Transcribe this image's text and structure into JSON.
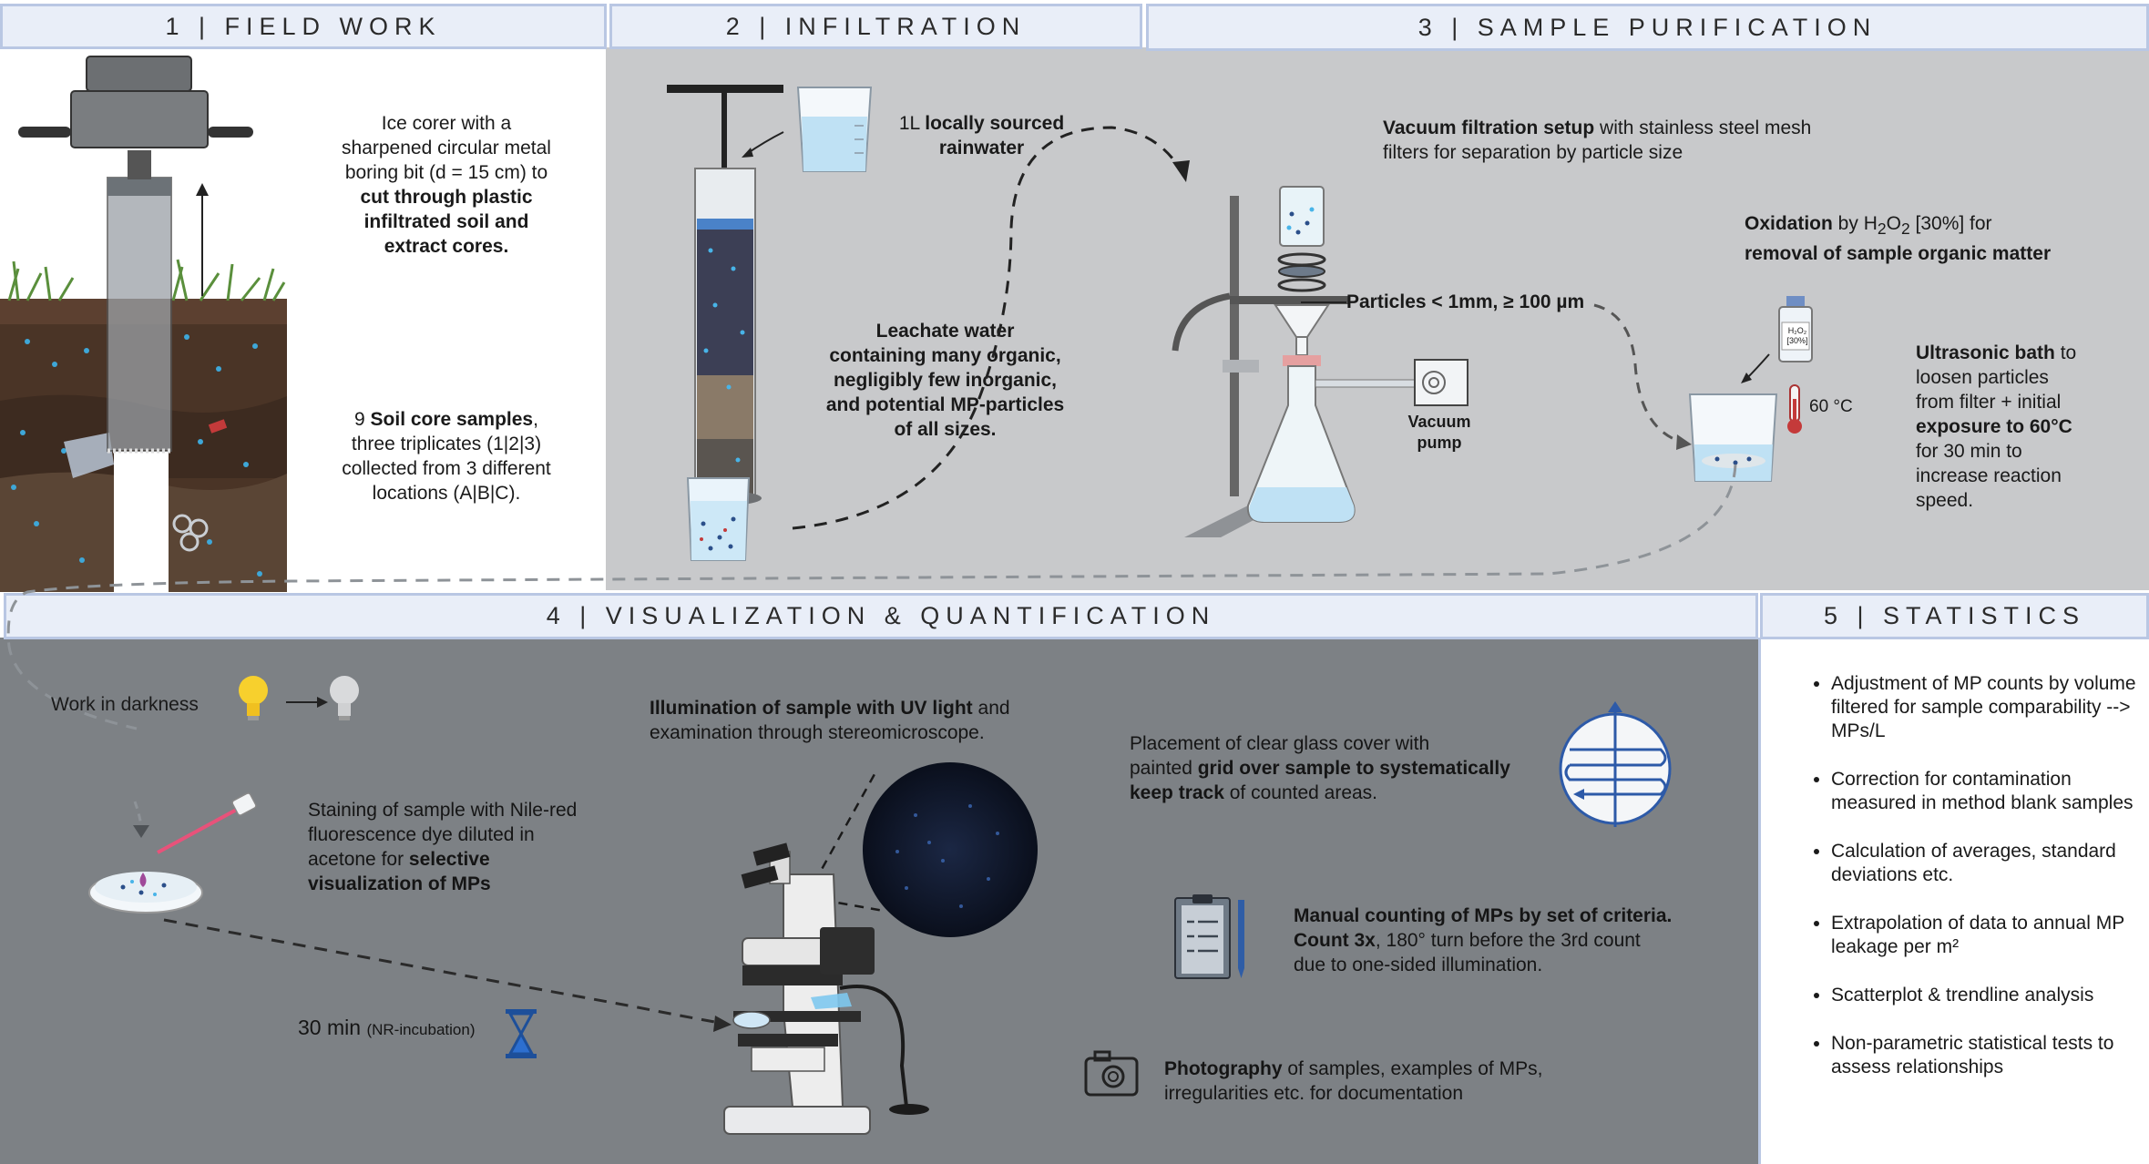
{
  "headers": {
    "field_work": "1 | FIELD WORK",
    "infiltration": "2 | INFILTRATION",
    "purification": "3 | SAMPLE PURIFICATION",
    "visualization": "4 | VISUALIZATION & QUANTIFICATION",
    "statistics": "5 | STATISTICS"
  },
  "field_work": {
    "corer_line1": "Ice corer with a",
    "corer_line2": "sharpened circular metal",
    "corer_line3": "boring bit (d = 15 cm) to",
    "corer_bold1": "cut through plastic",
    "corer_bold2": "infiltrated soil and",
    "corer_bold3": "extract cores.",
    "samples_prefix": "9 ",
    "samples_bold": "Soil core samples",
    "samples_line1_end": ",",
    "samples_line2": "three triplicates (1|2|3)",
    "samples_line3": "collected from 3 different",
    "samples_line4": "locations (A|B|C)."
  },
  "infiltration": {
    "rain_prefix": "1L ",
    "rain_bold1": "locally sourced",
    "rain_bold2": "rainwater",
    "leach_bold": "Leachate water",
    "leach_line2": "containing many organic,",
    "leach_line3": "negligibly few inorganic,",
    "leach_line4": "and potential MP-particles",
    "leach_line5": "of all sizes."
  },
  "purification": {
    "vacuum_bold": "Vacuum filtration setup",
    "vacuum_line1_end": " with stainless steel mesh",
    "vacuum_line2": "filters for separation by particle size",
    "particles_label": "Particles < 1mm, ≥ 100 µm",
    "pump_line1": "Vacuum",
    "pump_line2": "pump",
    "ox_bold": "Oxidation",
    "ox_mid": " by H",
    "ox_sub1": "2",
    "ox_o": "O",
    "ox_sub2": "2",
    "ox_end": " [30%] for",
    "ox_line2_bold": "removal of sample organic matter",
    "bottle_label1": "H₂O₂",
    "bottle_label2": "[30%]",
    "temp_label": "60 °C",
    "us_bold": "Ultrasonic bath",
    "us_line1_end": " to",
    "us_line2": "loosen particles",
    "us_line3": "from filter + initial",
    "us_bold2": "exposure to 60°C",
    "us_line5": "for 30 min to",
    "us_line6": "increase reaction",
    "us_line7": "speed."
  },
  "visualization": {
    "darkness": "Work in darkness",
    "uv_bold": "Illumination of sample with UV light",
    "uv_line1_end": " and",
    "uv_line2": "examination through stereomicroscope.",
    "stain_line1": "Staining of sample with Nile-red",
    "stain_line2": "fluorescence dye diluted in",
    "stain_line3_start": "acetone for ",
    "stain_bold1": "selective",
    "stain_bold2": "visualization of MPs",
    "incubation_main": "30 min ",
    "incubation_small": "(NR-incubation)",
    "grid_line1": "Placement of clear glass cover with",
    "grid_line2_start": "painted ",
    "grid_bold1": "grid over sample to systematically",
    "grid_bold2": "keep track",
    "grid_line3_end": " of counted areas.",
    "count_bold1": "Manual counting of MPs by set of criteria.",
    "count_bold2": "Count 3x",
    "count_line2_end": ", 180° turn before the 3rd count",
    "count_line3": "due to one-sided illumination.",
    "photo_bold": "Photography",
    "photo_line1_end": " of samples, examples of MPs,",
    "photo_line2": "irregularities etc. for documentation"
  },
  "statistics": {
    "items": [
      "Adjustment of MP counts by volume filtered for sample comparability --> MPs/L",
      "Correction for contamination measured in method blank samples",
      "Calculation of averages, standard deviations etc.",
      "Extrapolation of data to annual MP leakage per m²",
      "Scatterplot & trendline analysis",
      "Non-parametric statistical tests to assess relationships"
    ]
  },
  "colors": {
    "header_bg": "#e9eef8",
    "header_border": "#b9c7e3",
    "panel_light_grey": "#c9cacc",
    "panel_dark_grey": "#7b7f83",
    "soil": "#4a3426"
  }
}
